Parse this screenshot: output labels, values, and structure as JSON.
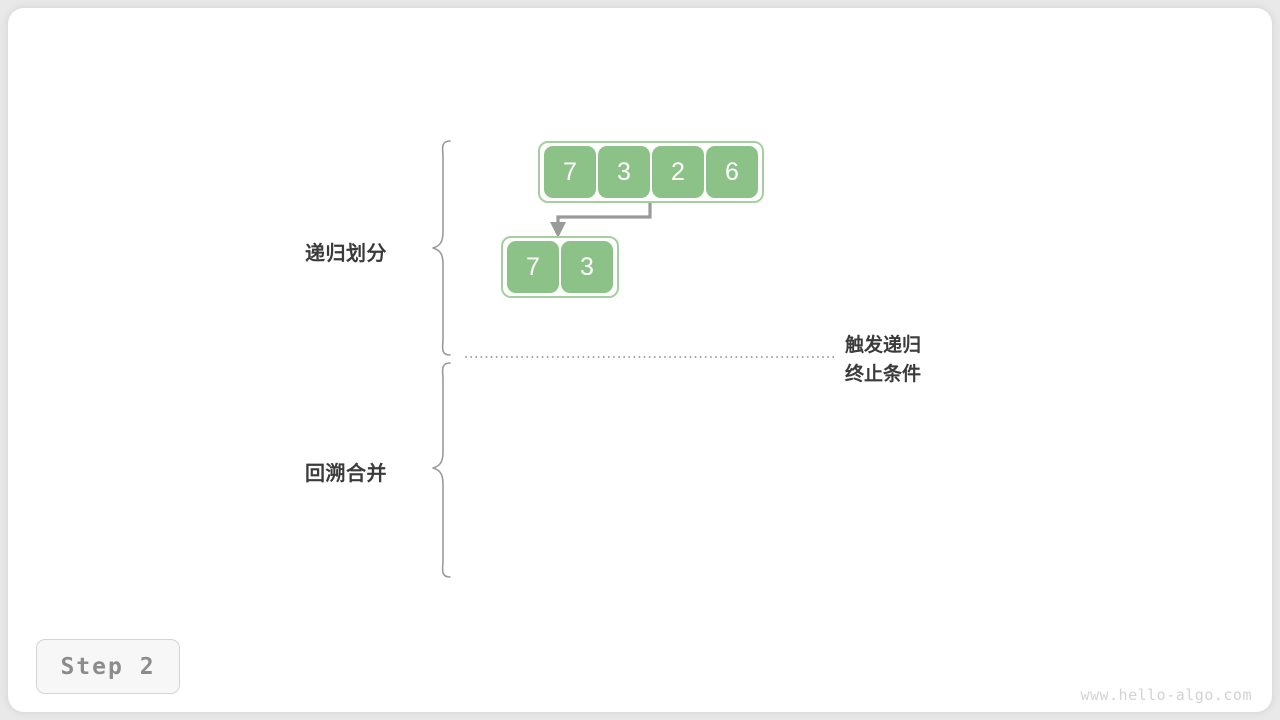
{
  "canvas": {
    "background": "#e9e9ea",
    "card_background": "#ffffff"
  },
  "colors": {
    "cell_fill": "#8cc287",
    "cell_border": "#a5cfa0",
    "cell_text": "#ffffff",
    "label_text": "#3b3b3b",
    "arrow": "#9a9a9a",
    "brace": "#9a9a9a",
    "dotted_line": "#8f8f8f",
    "badge_text": "#8c8c8c",
    "watermark": "#d3d3d3"
  },
  "diagram": {
    "title_step": "Step 2",
    "watermark": "www.hello-algo.com",
    "phases": [
      {
        "id": "divide",
        "label": "递归划分"
      },
      {
        "id": "merge",
        "label": "回溯合并"
      }
    ],
    "annotation": {
      "line1": "触发递归",
      "line2": "终止条件"
    },
    "rows": [
      {
        "id": "row-top",
        "values": [
          "7",
          "3",
          "2",
          "6"
        ]
      },
      {
        "id": "row-sub",
        "values": [
          "7",
          "3"
        ]
      }
    ],
    "arrow": {
      "name": "split-arrow",
      "from_row": "row-top",
      "to_row": "row-sub"
    }
  }
}
